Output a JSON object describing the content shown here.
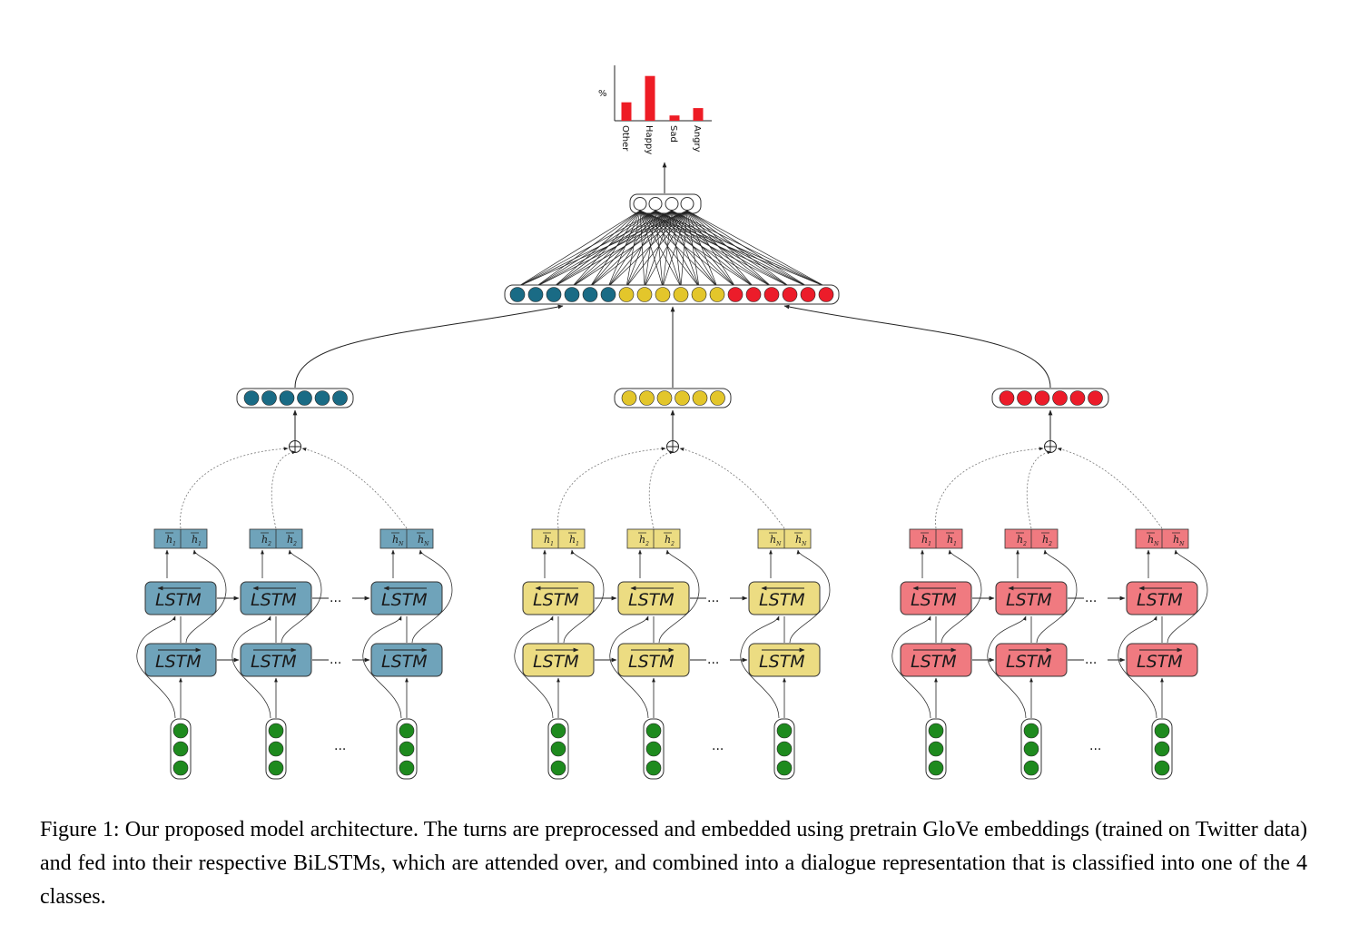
{
  "caption": "Figure 1: Our proposed model architecture. The turns are preprocessed and embedded using pretrain GloVe embeddings (trained on Twitter data) and fed into their respective BiLSTMs, which are attended over, and combined into a dialogue representation that is classified into one of the 4 classes.",
  "lstm_label": "LSTM",
  "ellipsis": "...",
  "h_symbol": "h",
  "h_subscripts": [
    "1",
    "2",
    "N"
  ],
  "colors": {
    "turn1": "#1a6b85",
    "turn1_box": "#6fa3ba",
    "turn2": "#e3c62b",
    "turn2_box": "#ecdc82",
    "turn3": "#ec1c2a",
    "turn3_box": "#f07a80",
    "embedding": "#1e8a1e",
    "output_bar": "#ee1c25"
  },
  "chart_data": {
    "type": "bar",
    "categories": [
      "Other",
      "Happy",
      "Sad",
      "Angry"
    ],
    "values": [
      0.35,
      0.85,
      0.1,
      0.24
    ],
    "ylabel": "%",
    "title": "",
    "xlabel": ""
  }
}
